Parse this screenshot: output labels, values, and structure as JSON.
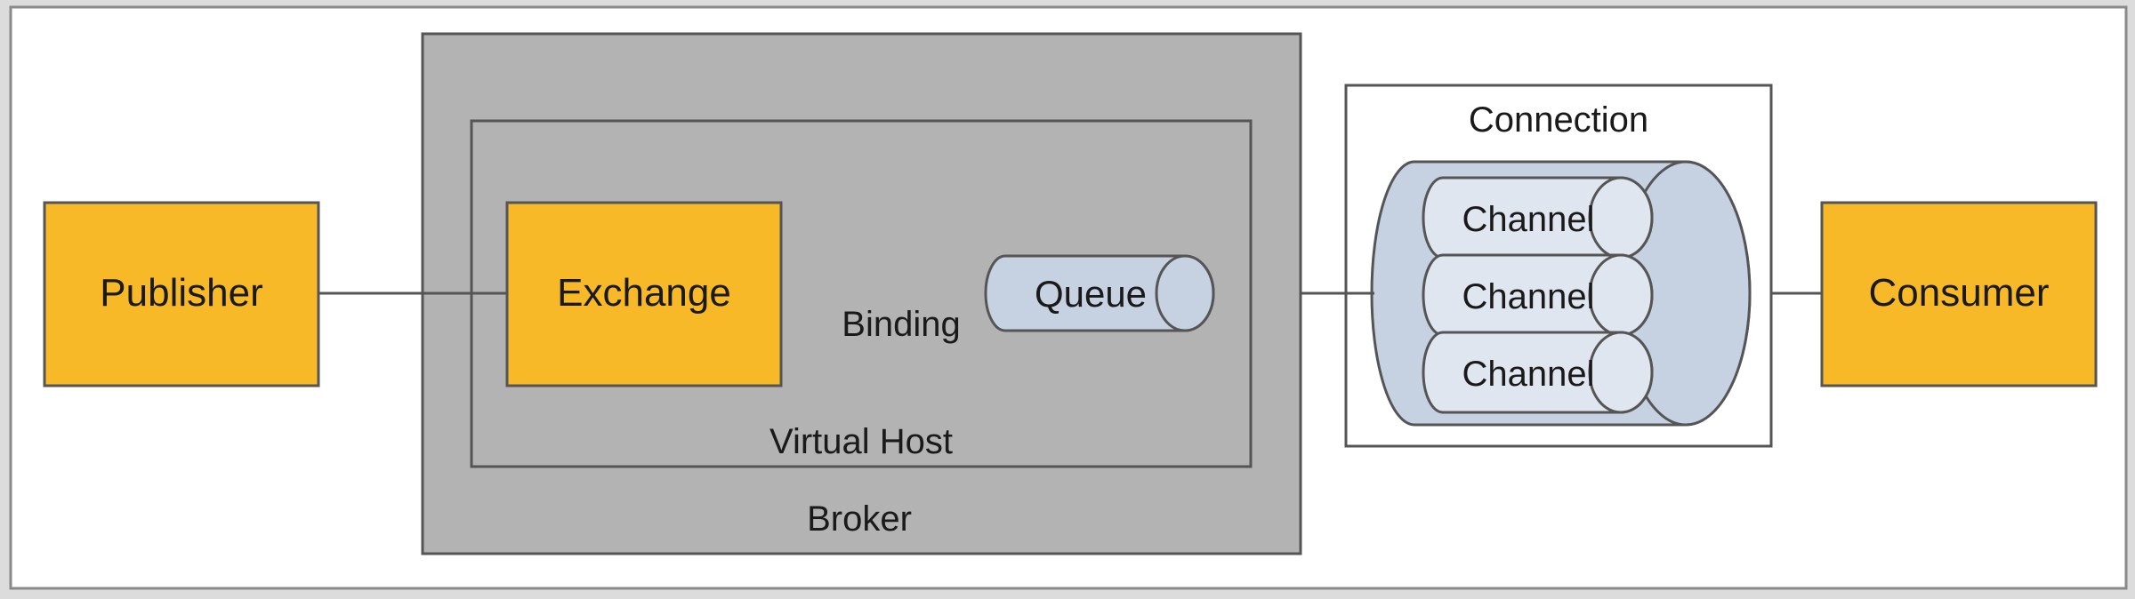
{
  "diagram": {
    "publisher": "Publisher",
    "broker": "Broker",
    "virtual_host": "Virtual Host",
    "exchange": "Exchange",
    "binding": "Binding",
    "queue": "Queue",
    "connection": "Connection",
    "channels": [
      "Channel",
      "Channel",
      "Channel"
    ],
    "consumer": "Consumer"
  },
  "colors": {
    "orange": "#f7b928",
    "gray": "#b2b3b2",
    "blue": "#c6d1e2",
    "light_blue": "#dfe6f0"
  }
}
